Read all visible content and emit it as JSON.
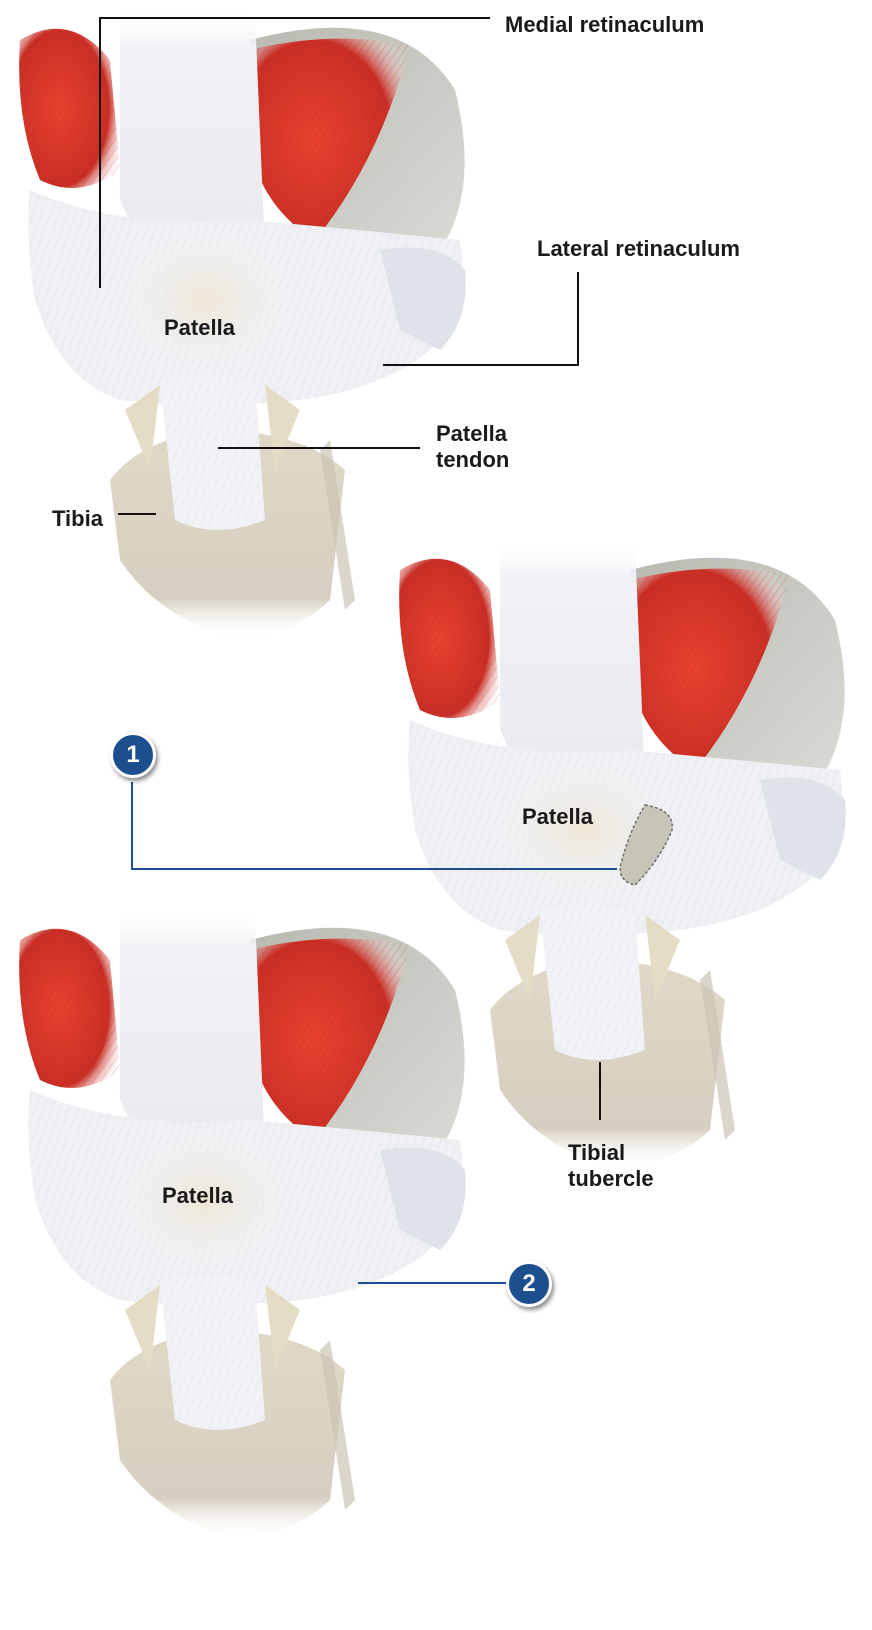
{
  "labels": {
    "medial_retinaculum": "Medial retinaculum",
    "lateral_retinaculum": "Lateral retinaculum",
    "patella_top": "Patella",
    "patella_tendon": "Patella tendon",
    "tibia": "Tibia",
    "patella_middle": "Patella",
    "tibial_tubercle": "Tibial tubercle",
    "patella_bottom": "Patella"
  },
  "steps": {
    "one": "1",
    "two": "2"
  },
  "colors": {
    "muscle": "#d9362b",
    "tissue": "#eeeff2",
    "bone": "#d9d3c4",
    "femur_condyle": "#c9c9c2",
    "leader_black": "#111111",
    "leader_blue": "#1d4f8f",
    "badge": "#1d4f8f"
  }
}
